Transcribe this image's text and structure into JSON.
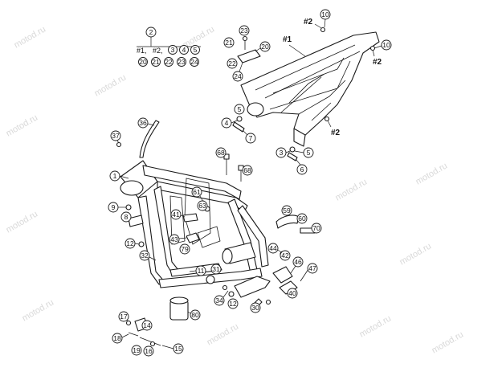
{
  "watermark": {
    "text": "motod.ru"
  },
  "kit_box": {
    "label": "2",
    "row1": [
      "#1,",
      "#2,"
    ],
    "row1_circled": [
      "3",
      "4",
      "5"
    ],
    "row2_circled": [
      "20",
      "21",
      "22",
      "23",
      "24"
    ]
  },
  "group_labels": {
    "g1": "#1",
    "g2_top": "#2",
    "g2_right": "#2",
    "g2_lower": "#2"
  },
  "callouts": {
    "c10a": "10",
    "c10b": "10",
    "c21": "21",
    "c23": "23",
    "c20": "20",
    "c22": "22",
    "c24": "24",
    "c5a": "5",
    "c4": "4",
    "c7": "7",
    "c3": "3",
    "c5b": "5",
    "c6": "6",
    "c36": "36",
    "c37": "37",
    "c1": "1",
    "c68a": "68",
    "c68b": "68",
    "c9": "9",
    "c8": "8",
    "c61": "61",
    "c63": "63",
    "c41": "41",
    "c43": "43",
    "c79": "79",
    "c12a": "12",
    "c32": "32",
    "c11": "11",
    "c31": "31",
    "c59": "59",
    "c60": "60",
    "c70": "70",
    "c44": "44",
    "c42": "42",
    "c46": "46",
    "c47": "47",
    "c34": "34",
    "c12b": "12",
    "c30": "30",
    "c40": "40",
    "c80": "80",
    "c17": "17",
    "c14": "14",
    "c18": "18",
    "c19": "19",
    "c16": "16",
    "c15": "15"
  }
}
